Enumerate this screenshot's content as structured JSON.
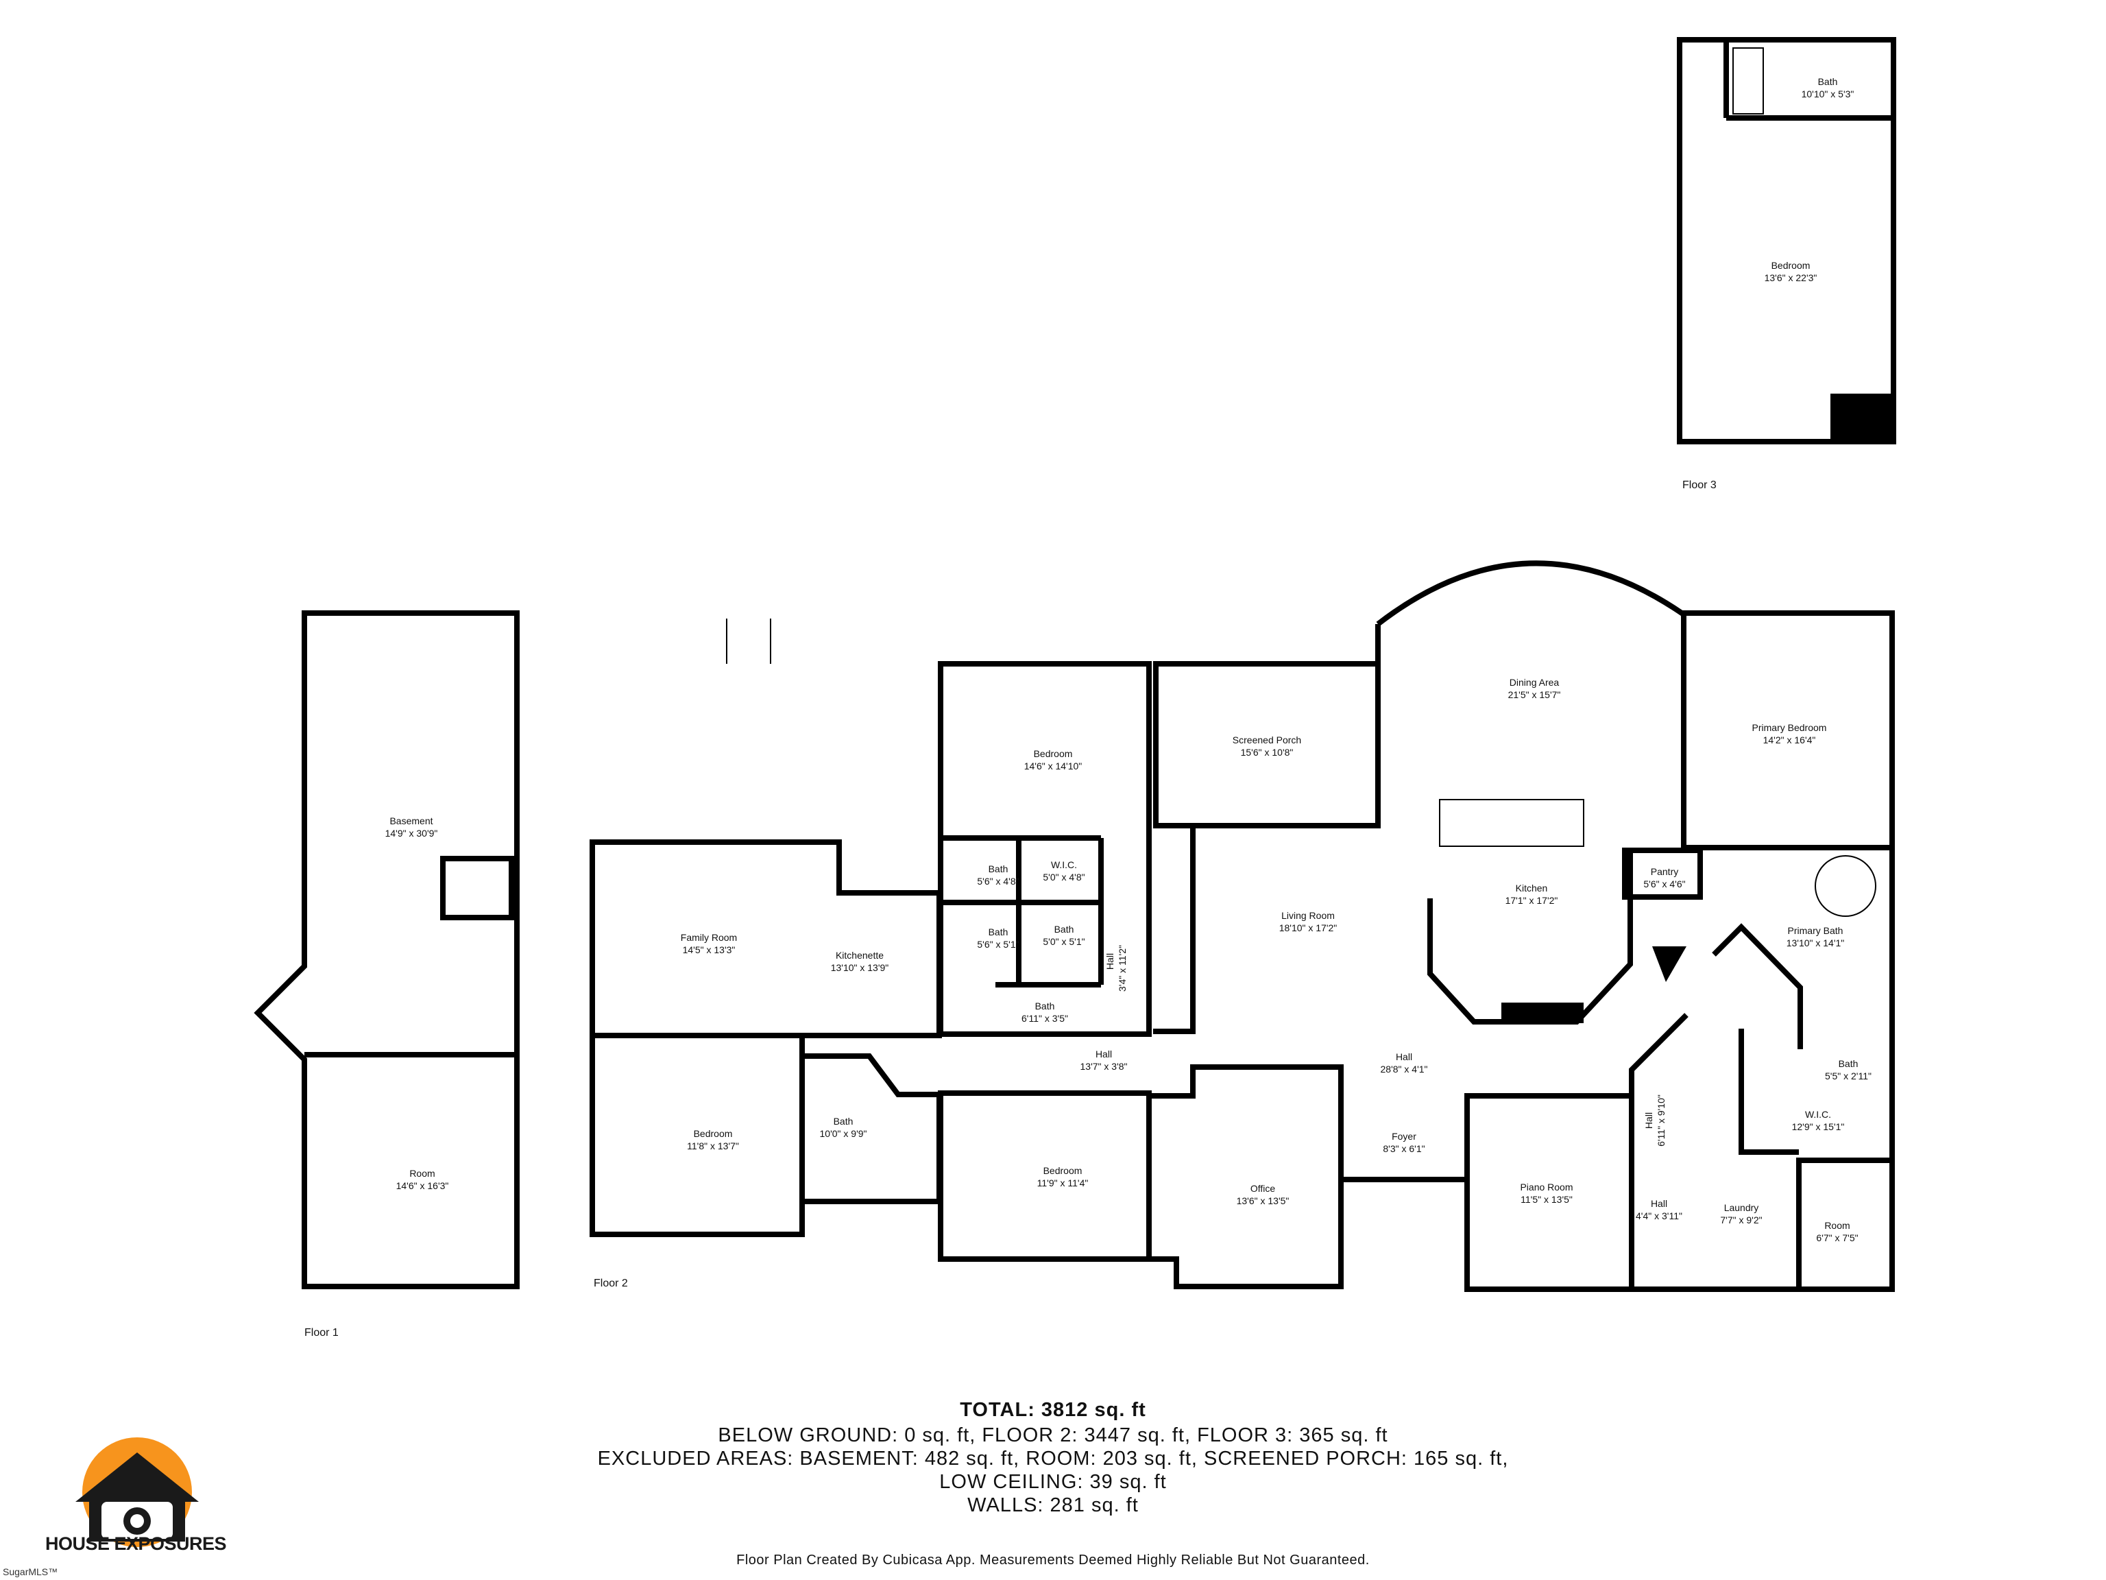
{
  "floors": {
    "floor1": "Floor 1",
    "floor2": "Floor 2",
    "floor3": "Floor 3"
  },
  "rooms": {
    "basement": {
      "name": "Basement",
      "dim": "14'9\" x 30'9\""
    },
    "room_f1": {
      "name": "Room",
      "dim": "14'6\" x 16'3\""
    },
    "family_room": {
      "name": "Family Room",
      "dim": "14'5\" x 13'3\""
    },
    "kitchenette": {
      "name": "Kitchenette",
      "dim": "13'10\" x 13'9\""
    },
    "bedroom_sw": {
      "name": "Bedroom",
      "dim": "11'8\" x 13'7\""
    },
    "bath_sw": {
      "name": "Bath",
      "dim": "10'0\" x 9'9\""
    },
    "bedroom_n": {
      "name": "Bedroom",
      "dim": "14'6\" x 14'10\""
    },
    "bath_a": {
      "name": "Bath",
      "dim": "5'6\" x 4'8\""
    },
    "wic_a": {
      "name": "W.I.C.",
      "dim": "5'0\" x 4'8\""
    },
    "bath_b": {
      "name": "Bath",
      "dim": "5'6\" x 5'1\""
    },
    "bath_c": {
      "name": "Bath",
      "dim": "5'0\" x 5'1\""
    },
    "bath_d": {
      "name": "Bath",
      "dim": "6'11\" x 3'5\""
    },
    "hall_v": {
      "name": "Hall",
      "dim": "3'4\" x 11'2\""
    },
    "hall_a": {
      "name": "Hall",
      "dim": "13'7\" x 3'8\""
    },
    "bedroom_s": {
      "name": "Bedroom",
      "dim": "11'9\" x 11'4\""
    },
    "screened_porch": {
      "name": "Screened Porch",
      "dim": "15'6\" x 10'8\""
    },
    "living_room": {
      "name": "Living Room",
      "dim": "18'10\" x 17'2\""
    },
    "office": {
      "name": "Office",
      "dim": "13'6\" x 13'5\""
    },
    "foyer": {
      "name": "Foyer",
      "dim": "8'3\" x 6'1\""
    },
    "hall_main": {
      "name": "Hall",
      "dim": "28'8\" x 4'1\""
    },
    "dining_area": {
      "name": "Dining Area",
      "dim": "21'5\" x 15'7\""
    },
    "kitchen": {
      "name": "Kitchen",
      "dim": "17'1\" x 17'2\""
    },
    "pantry": {
      "name": "Pantry",
      "dim": "5'6\" x 4'6\""
    },
    "piano_room": {
      "name": "Piano Room",
      "dim": "11'5\" x 13'5\""
    },
    "primary_bedroom": {
      "name": "Primary Bedroom",
      "dim": "14'2\" x 16'4\""
    },
    "primary_bath": {
      "name": "Primary Bath",
      "dim": "13'10\" x 14'1\""
    },
    "bath_e": {
      "name": "Bath",
      "dim": "5'5\" x 2'11\""
    },
    "wic_b": {
      "name": "W.I.C.",
      "dim": "12'9\" x 15'1\""
    },
    "hall_e": {
      "name": "Hall",
      "dim": "6'11\" x 9'10\""
    },
    "hall_f": {
      "name": "Hall",
      "dim": "4'4\" x 3'11\""
    },
    "laundry": {
      "name": "Laundry",
      "dim": "7'7\" x 9'2\""
    },
    "room_e": {
      "name": "Room",
      "dim": "6'7\" x 7'5\""
    },
    "bath_f3": {
      "name": "Bath",
      "dim": "10'10\" x 5'3\""
    },
    "bedroom_f3": {
      "name": "Bedroom",
      "dim": "13'6\" x 22'3\""
    }
  },
  "summary": {
    "total": "TOTAL: 3812 sq. ft",
    "line1": "BELOW GROUND: 0 sq. ft, FLOOR 2: 3447 sq. ft, FLOOR 3: 365 sq. ft",
    "line2": "EXCLUDED AREAS: BASEMENT: 482 sq. ft, ROOM: 203 sq. ft, SCREENED PORCH: 165 sq. ft,",
    "line3": "LOW CEILING: 39 sq. ft",
    "line4": "WALLS: 281 sq. ft",
    "disclaimer": "Floor Plan Created By Cubicasa App. Measurements Deemed Highly Reliable But Not Guaranteed."
  },
  "brand": {
    "logo_text": "HOUSE EXPOSURES",
    "watermark": "SugarMLS™",
    "logo_colors": [
      "#f7941d",
      "#1a1a1a"
    ]
  }
}
